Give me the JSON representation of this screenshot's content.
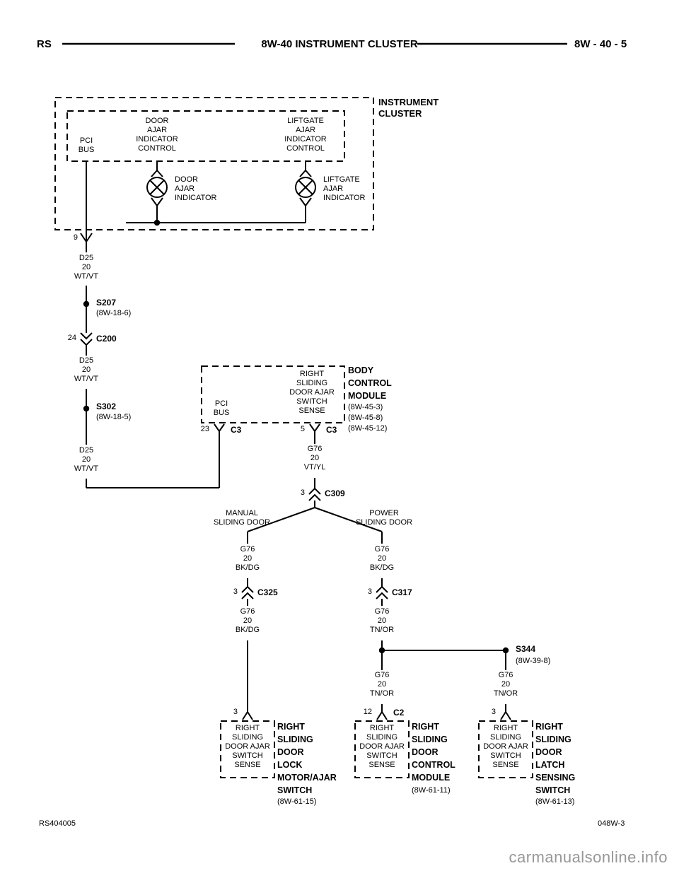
{
  "header": {
    "code": "RS",
    "title": "8W-40 INSTRUMENT CLUSTER",
    "page": "8W - 40 - 5"
  },
  "cluster": {
    "title": "INSTRUMENT\nCLUSTER",
    "pci_bus": "PCI\nBUS",
    "door_control": "DOOR\nAJAR\nINDICATOR\nCONTROL",
    "liftgate_control": "LIFTGATE\nAJAR\nINDICATOR\nCONTROL",
    "door_lamp": "DOOR\nAJAR\nINDICATOR",
    "liftgate_lamp": "LIFTGATE\nAJAR\nINDICATOR",
    "pin9": "9"
  },
  "wire_d25": "D25\n20\nWT/VT",
  "wire_g76_vtyl": "G76\n20\nVT/YL",
  "wire_g76_bkdg": "G76\n20\nBK/DG",
  "wire_g76_tnor": "G76\n20\nTN/OR",
  "s207": {
    "name": "S207",
    "ref": "(8W-18-6)"
  },
  "s302": {
    "name": "S302",
    "ref": "(8W-18-5)"
  },
  "s344": {
    "name": "S344",
    "ref": "(8W-39-8)"
  },
  "c200": {
    "pin": "24",
    "name": "C200"
  },
  "c3_pin23": {
    "pin": "23",
    "name": "C3"
  },
  "c3_pin5": {
    "pin": "5",
    "name": "C3"
  },
  "c309": {
    "pin": "3",
    "name": "C309"
  },
  "c325": {
    "pin": "3",
    "name": "C325"
  },
  "c317": {
    "pin": "3",
    "name": "C317"
  },
  "c2": {
    "pin": "12",
    "name": "C2"
  },
  "bcm": {
    "title": "BODY\nCONTROL\nMODULE",
    "refs": "(8W-45-3)\n(8W-45-8)\n(8W-45-12)",
    "pci_bus": "PCI\nBUS",
    "sense": "RIGHT\nSLIDING\nDOOR AJAR\nSWITCH\nSENSE"
  },
  "branch_manual": "MANUAL\nSLIDING DOOR",
  "branch_power": "POWER\nSLIDING DOOR",
  "sense_block": "RIGHT\nSLIDING\nDOOR AJAR\nSWITCH\nSENSE",
  "lock_motor": {
    "pin": "3",
    "title": "RIGHT\nSLIDING\nDOOR\nLOCK\nMOTOR/AJAR\nSWITCH",
    "ref": "(8W-61-15)"
  },
  "door_module": {
    "title": "RIGHT\nSLIDING\nDOOR\nCONTROL\nMODULE",
    "ref": "(8W-61-11)"
  },
  "latch_switch": {
    "pin": "3",
    "title": "RIGHT\nSLIDING\nDOOR\nLATCH\nSENSING\nSWITCH",
    "ref": "(8W-61-13)"
  },
  "footer": {
    "left": "RS404005",
    "right": "048W-3",
    "watermark": "carmanualsonline.info"
  }
}
